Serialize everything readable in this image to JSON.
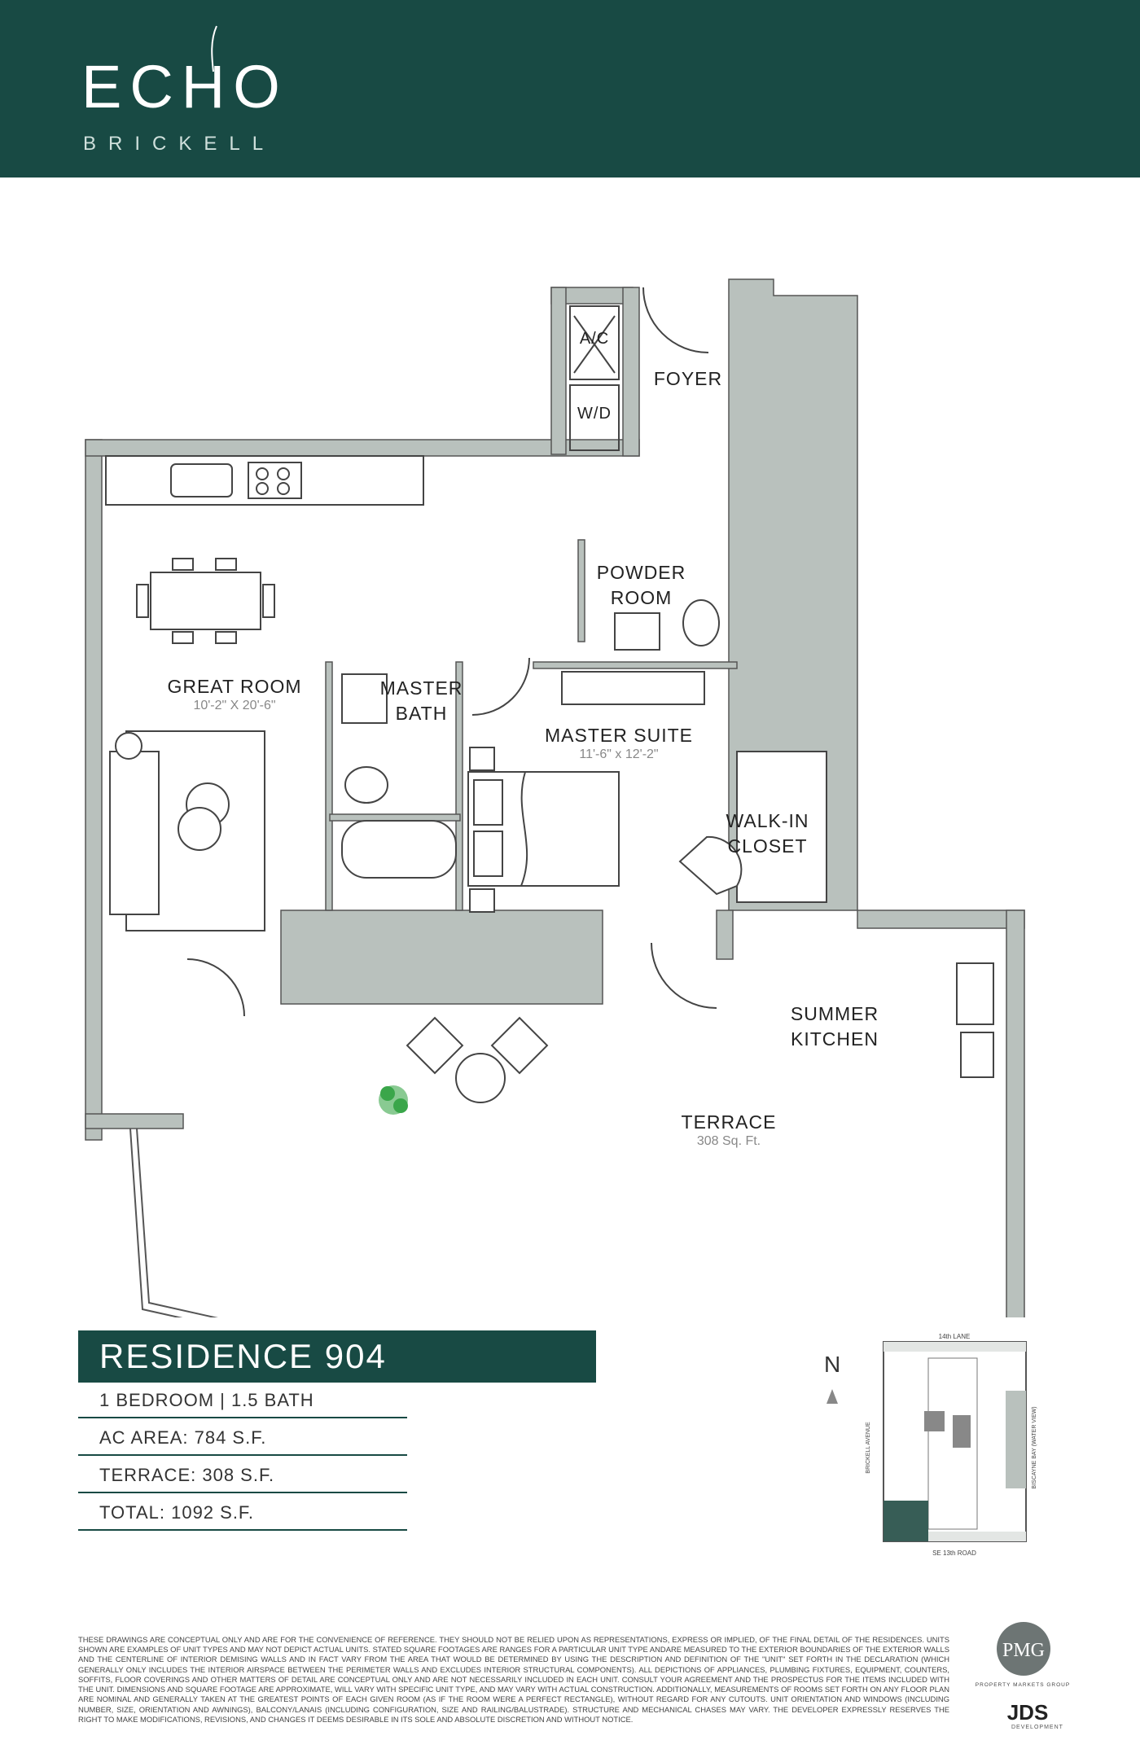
{
  "brand": {
    "name": "ECHO",
    "location": "BRICKELL"
  },
  "colors": {
    "brand_green": "#184a44",
    "wall_gray": "#b9c1bd",
    "plant_green": "#3aa64a"
  },
  "floorplan": {
    "rooms": {
      "foyer": "FOYER",
      "ac": "A/C",
      "wd": "W/D",
      "powder_room": "POWDER\nROOM",
      "great_room": "GREAT ROOM",
      "great_room_dims": "10'-2\" X 20'-6\"",
      "master_bath": "MASTER\nBATH",
      "master_suite": "MASTER SUITE",
      "master_suite_dims": "11'-6\" x 12'-2\"",
      "walk_in_closet": "WALK-IN\nCLOSET",
      "summer_kitchen": "SUMMER\nKITCHEN",
      "terrace": "TERRACE",
      "terrace_area": "308 Sq. Ft."
    }
  },
  "residence": {
    "title_word": "RESIDENCE",
    "number": "904",
    "bed_bath": "1 BEDROOM | 1.5 BATH",
    "ac_area": "AC AREA: 784 S.F.",
    "terrace": "TERRACE: 308 S.F.",
    "total": "TOTAL: 1092 S.F."
  },
  "key_plan": {
    "north": "N",
    "top_street": "14th LANE",
    "bottom_street": "SE 13th ROAD",
    "left_street": "BRICKELL AVENUE",
    "right_street": "BISCAYNE BAY (WATER VIEW)"
  },
  "footer": {
    "disclaimer": "These drawings are conceptual only and are for the convenience of reference. They should not be relied upon as representations, express or implied, of the final detail of the residences. Units shown are examples of unit types and may not depict actual units. Stated square footages are ranges for a particular unit type andare measured to the exterior boundaries of the exterior walls and the centerline of interior demising walls and in fact vary from the area that would be determined by using the description and definition of the \"unit\" set forth in the declaration (which generally only includes the interior airspace between the perimeter walls and excludes interior structural components). All depictions of appliances, plumbing fixtures, equipment, counters, soffits, floor coverings and other matters of detail are conceptual only and are not necessarily included in each unit. Consult your agreement and the prospectus for the items included with the unit. Dimensions and square footage are approximate, will vary with specific unit type, and may vary with actual construction. Additionally, measurements of rooms set forth on any floor plan are nominal and generally taken at the greatest points of each given room (as if the room were a perfect rectangle), without regard for any cutouts. Unit orientation and windows (including number, size, orientation and awnings), balcony/lanais (including configuration, size and railing/balustrade). Structure and mechanical chases may vary. The developer expressly reserves the right to make modifications, revisions, and changes it deems desirable in its sole and absolute discretion and without notice.",
    "pmg_mark": "PMG",
    "pmg_name": "PROPERTY MARKETS GROUP",
    "jds_mark": "JDS",
    "jds_sub": "DEVELOPMENT"
  }
}
